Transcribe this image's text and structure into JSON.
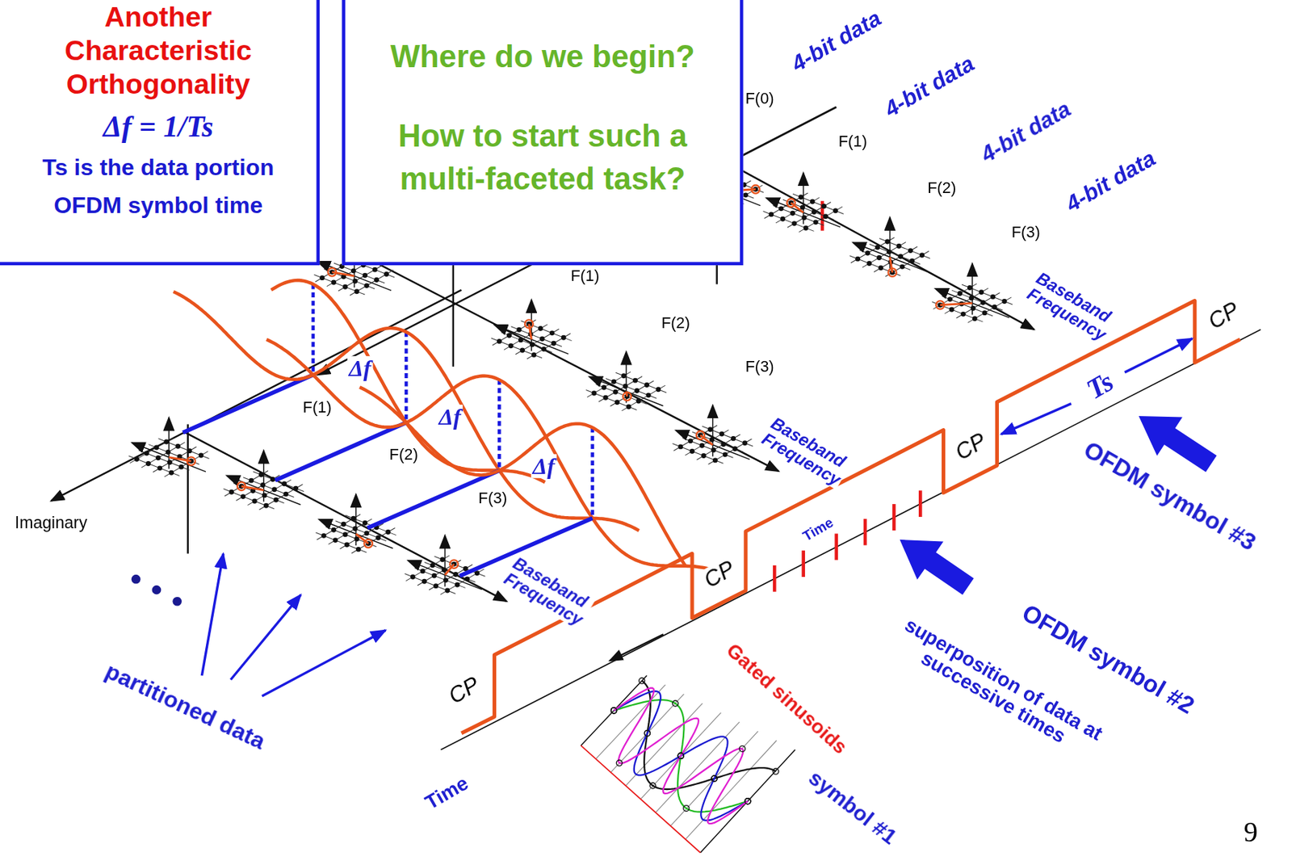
{
  "diagram": {
    "nodes": [
      {
        "text": [
          "Another Characteristic Orthogonality",
          "Δf = 1/Ts",
          "Ts is the data portion OFDM symbol time"
        ]
      },
      {
        "text": [
          "Where do we begin?",
          "How to start such a multi-faceted task?"
        ]
      }
    ],
    "labels": [
      "4-bit data",
      "4-bit data",
      "4-bit data",
      "4-bit data",
      "F(0)",
      "F(1)",
      "F(2)",
      "F(3)",
      "Baseband Frequency",
      "F(1)",
      "F(2)",
      "F(3)",
      "Baseband Frequency",
      "F(1)",
      "F(2)",
      "F(3)",
      "Baseband Frequency",
      "Imaginary",
      "Δf",
      "Δf",
      "Δf",
      "CP",
      "CP",
      "CP",
      "CP",
      "Ts",
      "OFDM symbol #3",
      "Time",
      "OFDM symbol #2",
      "superposition of data at successive times",
      "Gated sinusoids",
      "symbol #1",
      "partitioned data",
      "Time",
      "9"
    ]
  }
}
